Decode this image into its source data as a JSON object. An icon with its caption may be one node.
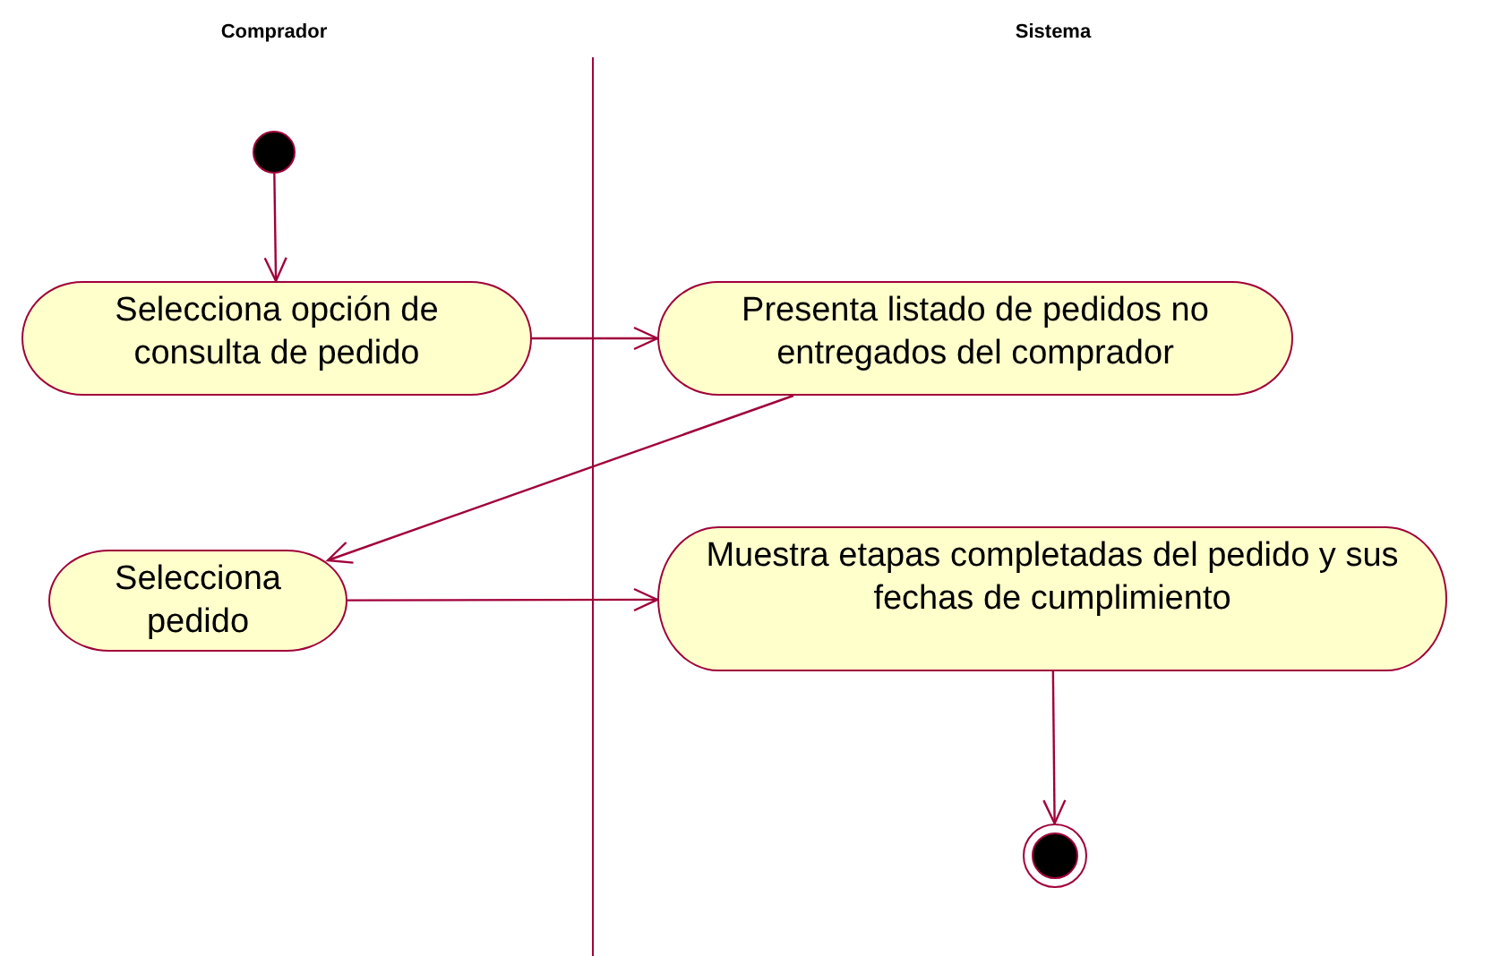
{
  "diagram": {
    "nodes": [
      {
        "text": [],
        "shape": "circle"
      },
      {
        "text": [
          "Selecciona opción de consulta de pedido"
        ]
      },
      {
        "text": [
          "Presenta listado de pedidos no entregados del comprador"
        ]
      },
      {
        "text": [
          "Selecciona pedido"
        ]
      },
      {
        "text": [
          "Muestra etapas completadas del pedido y sus fechas de cumplimiento"
        ]
      },
      {
        "text": [],
        "shape": "bullseye"
      }
    ],
    "edges": [
      {
        "from": 0,
        "to": 1,
        "arrow": "to"
      },
      {
        "from": 1,
        "to": 2,
        "arrow": "to"
      },
      {
        "from": 2,
        "to": 3,
        "arrow": "to"
      },
      {
        "from": 3,
        "to": 4,
        "arrow": "to"
      },
      {
        "from": 4,
        "to": 5,
        "arrow": "to"
      }
    ],
    "labels": [
      "Comprador",
      "Sistema"
    ]
  }
}
